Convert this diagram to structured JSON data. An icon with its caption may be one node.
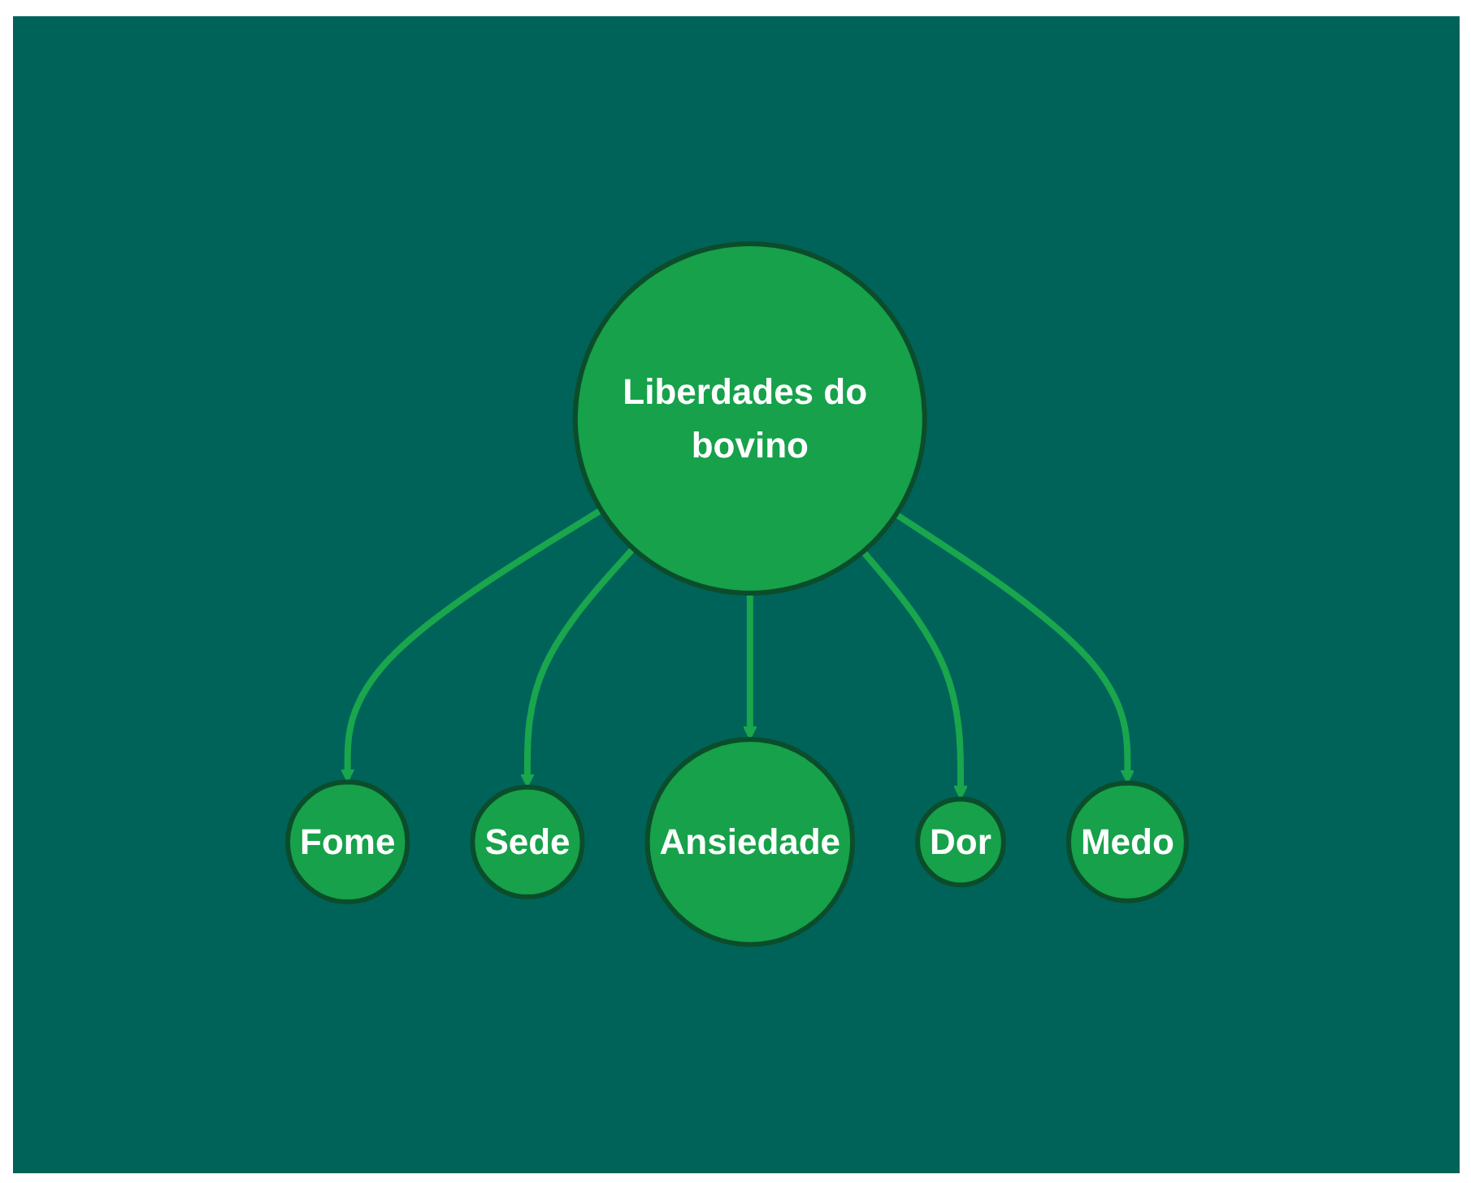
{
  "diagram": {
    "nodes": [
      {
        "text": [
          "Sede"
        ]
      },
      {
        "text": [
          "Fome"
        ]
      },
      {
        "text": [
          "Ansiedade"
        ]
      },
      {
        "text": [
          "Liberdades do bovino"
        ]
      },
      {
        "text": [
          "Dor"
        ]
      },
      {
        "text": [
          "Medo"
        ]
      }
    ],
    "edges": [
      {
        "from": 3,
        "to": 1,
        "arrow": "to"
      },
      {
        "from": 3,
        "to": 0,
        "arrow": "to"
      },
      {
        "from": 3,
        "to": 2,
        "arrow": "to"
      },
      {
        "from": 3,
        "to": 4,
        "arrow": "to"
      },
      {
        "from": 3,
        "to": 5,
        "arrow": "to"
      }
    ]
  }
}
